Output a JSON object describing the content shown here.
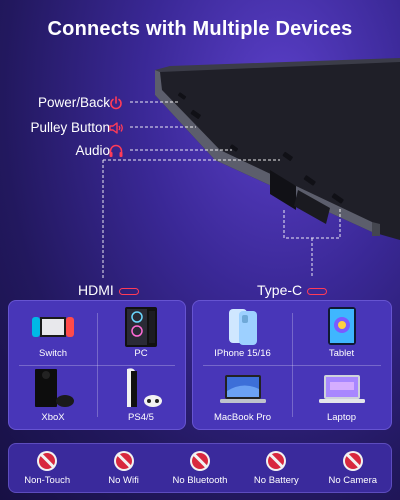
{
  "headline": "Connects with Multiple Devices",
  "ports": [
    {
      "label": "Power/Back",
      "icon": "power-icon"
    },
    {
      "label": "Pulley Button",
      "icon": "speaker-icon"
    },
    {
      "label": "Audio",
      "icon": "headphone-icon"
    }
  ],
  "connectors": {
    "hdmi": "HDMI",
    "typec": "Type-C"
  },
  "hdmi_devices": [
    {
      "label": "Switch",
      "icon": "switch-console-icon"
    },
    {
      "label": "PC",
      "icon": "pc-tower-icon"
    },
    {
      "label": "XboX",
      "icon": "xbox-icon"
    },
    {
      "label": "PS4/5",
      "icon": "playstation-icon"
    }
  ],
  "typec_devices": [
    {
      "label": "IPhone 15/16",
      "icon": "phone-icon"
    },
    {
      "label": "Tablet",
      "icon": "tablet-icon"
    },
    {
      "label": "MacBook Pro",
      "icon": "macbook-icon"
    },
    {
      "label": "Laptop",
      "icon": "laptop-icon"
    }
  ],
  "not_included": [
    {
      "label": "Non-Touch",
      "icon": "no-touch-icon"
    },
    {
      "label": "No Wifi",
      "icon": "no-wifi-icon"
    },
    {
      "label": "No Bluetooth",
      "icon": "no-bluetooth-icon"
    },
    {
      "label": "No Battery",
      "icon": "no-battery-icon"
    },
    {
      "label": "No Camera",
      "icon": "no-camera-icon"
    }
  ],
  "colors": {
    "accent": "#ff3b57",
    "background": "#2a1e78",
    "panel": "#4836b8"
  }
}
